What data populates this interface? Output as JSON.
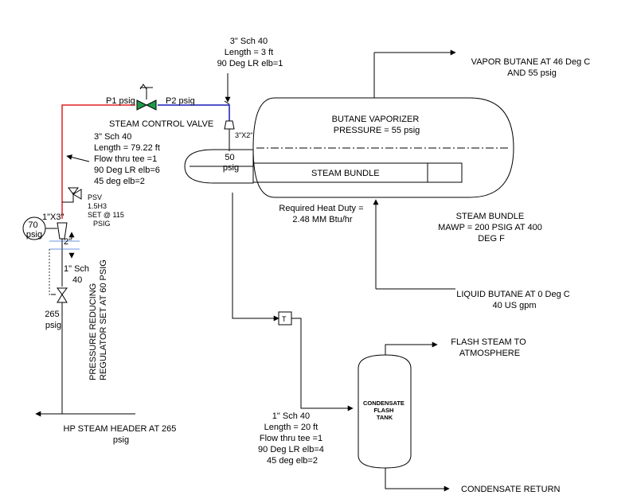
{
  "colors": {
    "hp_steam_line": "#e02020",
    "lp_steam_line": "#1a1ab8",
    "valve_fill": "#1e9a4a",
    "instrument_blue": "#3a6fd8",
    "line": "#000000"
  },
  "labels": {
    "pipe_top": [
      "3\" Sch 40",
      "Length = 3 ft",
      "90 Deg LR elb=1"
    ],
    "vapor_out": [
      "VAPOR BUTANE AT 46 Deg C",
      "AND 55 psig"
    ],
    "p1": "P1  psig",
    "p2": "P2 psig",
    "steam_control_valve": "STEAM CONTROL VALVE",
    "vaporizer": [
      "BUTANE VAPORIZER",
      "PRESSURE = 55 psig"
    ],
    "reducer_top": "3\"X2\"",
    "pipe_left": [
      "3\" Sch 40",
      "Length = 79.22 ft",
      "Flow thru tee =1",
      "90 Deg LR elb=6",
      "45 deg elb=2"
    ],
    "head_pressure": [
      "50",
      "psig"
    ],
    "steam_bundle_inner": "STEAM BUNDLE",
    "psv": [
      "PSV",
      "1.5H3",
      "SET @ 115",
      "PSIG"
    ],
    "reducer_left": "1\"X3\"",
    "gauge_70": [
      "70",
      "psig"
    ],
    "two_inch": "2\"",
    "heat_duty": [
      "Required Heat Duty =",
      "2.48 MM Btu/hr"
    ],
    "steam_bundle_spec": [
      "STEAM BUNDLE",
      "MAWP = 200 PSIG AT 400",
      "DEG F"
    ],
    "one_inch_sch": [
      "1\" Sch",
      "40"
    ],
    "prv_vertical": [
      "PRESSURE REDUCING",
      "REGULATOR SET AT 60 PSIG"
    ],
    "p_265": [
      "265",
      "psig"
    ],
    "liquid_butane": [
      "LIQUID BUTANE AT 0 Deg C",
      "40 US gpm"
    ],
    "trap": "T",
    "flash_steam": [
      "FLASH STEAM TO",
      "ATMOSPHERE"
    ],
    "flash_tank": [
      "CONDENSATE",
      "FLASH",
      "TANK"
    ],
    "hp_header": [
      "HP STEAM HEADER AT 265",
      "psig"
    ],
    "condensate_pipe": [
      "1\" Sch 40",
      "Length = 20 ft",
      "Flow thru tee =1",
      "90 Deg LR elb=4",
      "45 deg elb=2"
    ],
    "condensate_return": "CONDENSATE RETURN"
  }
}
